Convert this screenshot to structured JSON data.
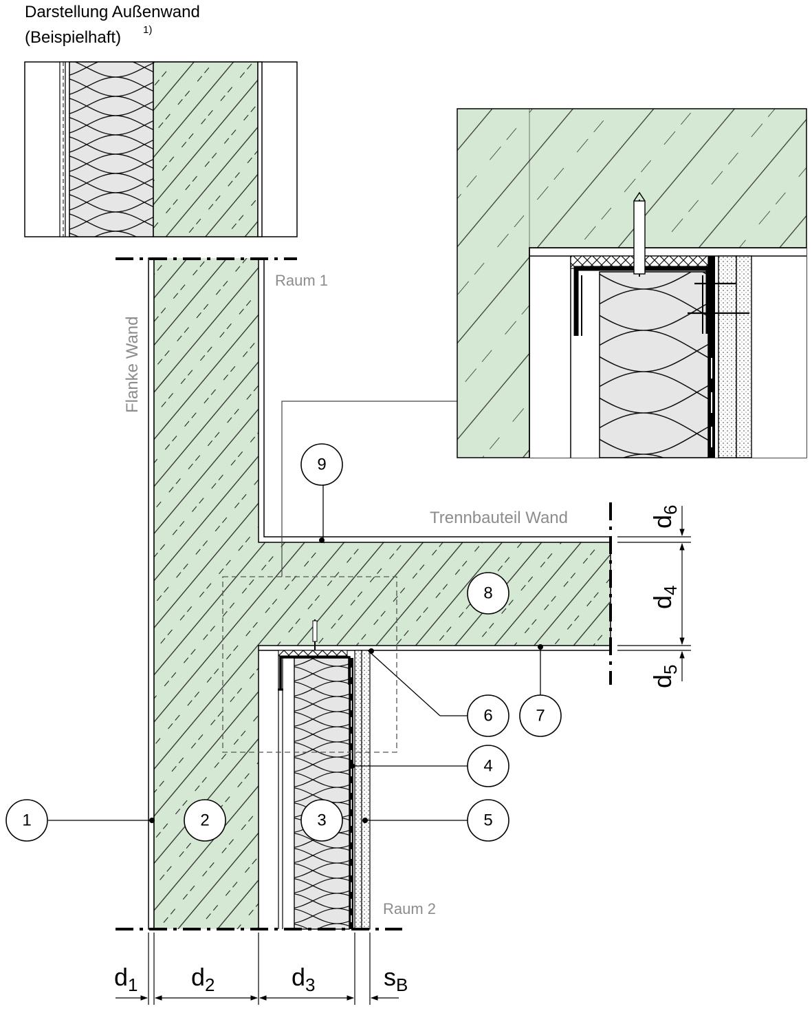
{
  "title": {
    "line1": "Darstellung Außenwand",
    "line2": "(Beispielhaft)",
    "footnote": "1)"
  },
  "labels": {
    "raum1": "Raum 1",
    "raum2": "Raum 2",
    "flanke": "Flanke Wand",
    "trennbauteil": "Trennbauteil Wand"
  },
  "dimensions": {
    "d1": {
      "main": "d",
      "sub": "1"
    },
    "d2": {
      "main": "d",
      "sub": "2"
    },
    "d3": {
      "main": "d",
      "sub": "3"
    },
    "sb": {
      "main": "s",
      "sub": "B"
    },
    "d4": {
      "main": "d",
      "sub": "4"
    },
    "d5": {
      "main": "d",
      "sub": "5"
    },
    "d6": {
      "main": "d",
      "sub": "6"
    }
  },
  "callouts": [
    "1",
    "2",
    "3",
    "4",
    "5",
    "6",
    "7",
    "8",
    "9"
  ],
  "colors": {
    "concrete": "#d5e8d4",
    "insulation": "#e6e6e6",
    "line": "#000000",
    "label_grey": "#8c8c8c"
  }
}
